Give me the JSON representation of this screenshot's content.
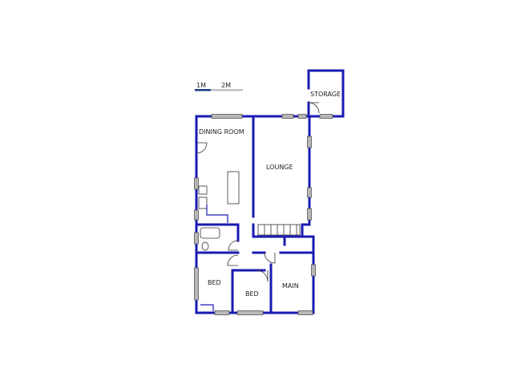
{
  "scale_bar": {
    "label_1": "1M",
    "label_2": "2M"
  },
  "rooms": {
    "storage": "STORAGE",
    "dining_room": "DINING ROOM",
    "lounge": "LOUNGE",
    "bed_left": "BED",
    "bed_middle": "BED",
    "main": "MAIN"
  },
  "colors": {
    "wall": "#1a1ab4",
    "window": "#b8b8b8",
    "scale_dark": "#1a3a8a",
    "scale_light": "#c0c0c0"
  }
}
